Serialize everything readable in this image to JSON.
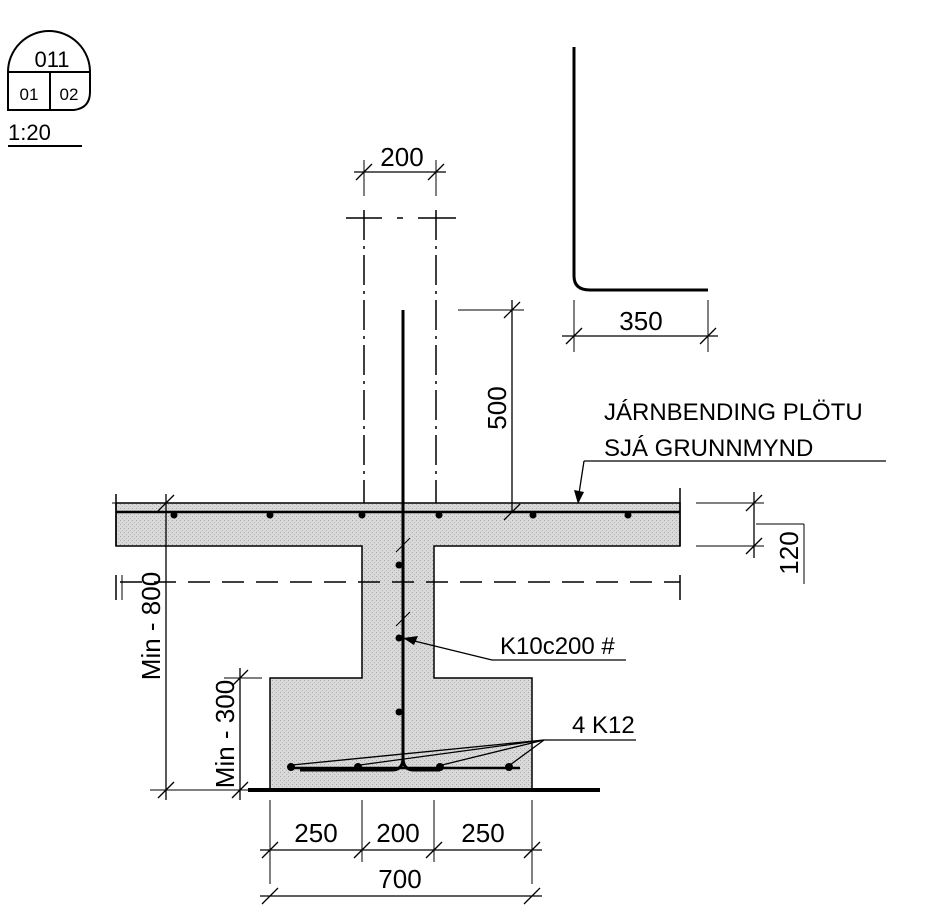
{
  "drawing_ref": {
    "drawing_no": "011",
    "sheet_a": "01",
    "sheet_b": "02",
    "scale": "1:20"
  },
  "dimensions": {
    "wall_width": "200",
    "bar_leg_length": "350",
    "bar_vertical_length": "500",
    "slab_thickness": "120",
    "depth_total": "Min - 800",
    "depth_footing": "Min - 300",
    "footing_left": "250",
    "footing_middle": "200",
    "footing_right": "250",
    "footing_total": "700"
  },
  "labels": {
    "slab_reinforcement_line1": "JÁRNBENDING PLÖTU",
    "slab_reinforcement_line2": "SJÁ GRUNNMYND",
    "stirrups": "K10c200 #",
    "bottom_bars": "4 K12"
  }
}
